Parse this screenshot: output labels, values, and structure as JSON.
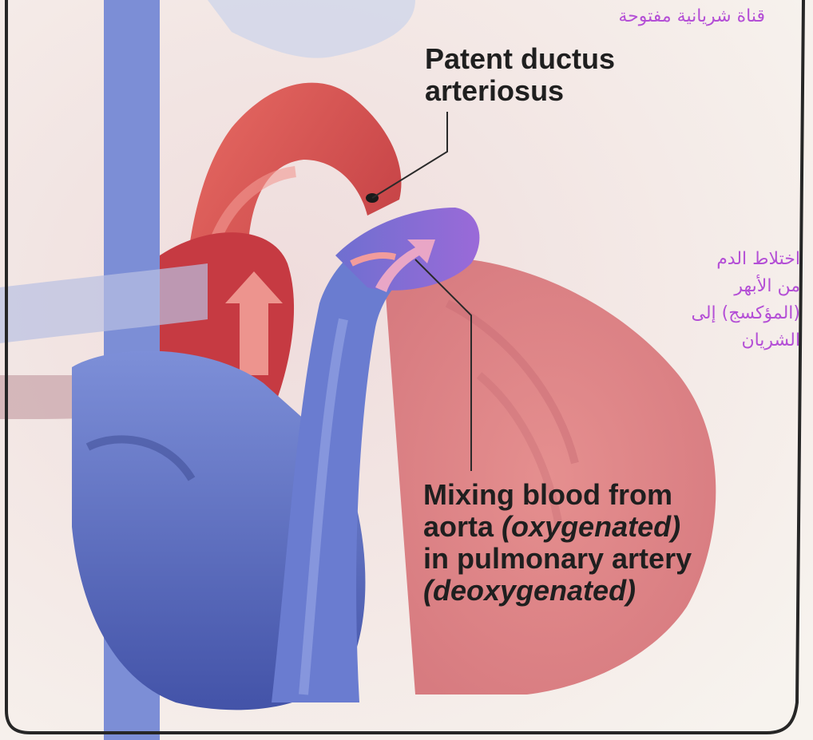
{
  "labels": {
    "pda_title": [
      "Patent ductus",
      "arteriosus"
    ],
    "mixing": {
      "line1": "Mixing blood from",
      "line2_prefix": "aorta ",
      "line2_italic": "(oxygenated)",
      "line3": "in pulmonary artery",
      "line4_italic": "(deoxygenated)"
    }
  },
  "arabic": {
    "pda": "قناة شريانية مفتوحة",
    "mixing": [
      "اختلاط الدم",
      "من الأبهر",
      "(المؤكسج) إلى",
      "الشريان"
    ]
  },
  "colors": {
    "aorta_red": "#d9504f",
    "vein_blue": "#5a6ec7",
    "pulmonary_purple": "#8e6ad8",
    "arabic_label": "#b44fd6",
    "pointer": "#2a2a2a"
  }
}
